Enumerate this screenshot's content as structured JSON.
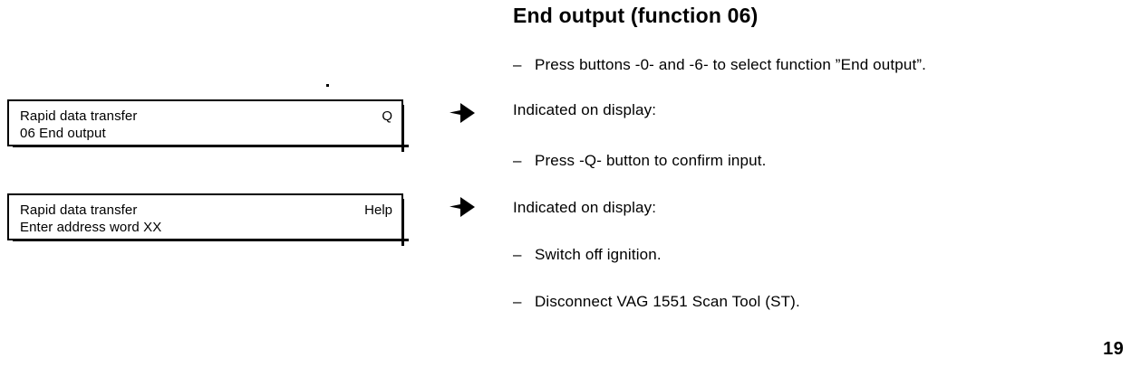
{
  "heading": "End output (function 06)",
  "instructions": [
    {
      "dash": "–",
      "text": "Press buttons -0- and -6- to select function ”End output”."
    },
    {
      "dash": "",
      "text": "Indicated on display:"
    },
    {
      "dash": "–",
      "text": "Press -Q- button to confirm input."
    },
    {
      "dash": "",
      "text": "Indicated on display:"
    },
    {
      "dash": "–",
      "text": "Switch off ignition."
    },
    {
      "dash": "–",
      "text": "Disconnect VAG 1551 Scan Tool (ST)."
    }
  ],
  "displays": [
    {
      "line1": "Rapid data transfer",
      "line2": "06 End output",
      "softkey": "Q"
    },
    {
      "line1": "Rapid data transfer",
      "line2": "Enter address word XX",
      "softkey": "Help"
    }
  ],
  "page_number": "19",
  "colors": {
    "ink": "#000000",
    "paper": "#ffffff"
  }
}
